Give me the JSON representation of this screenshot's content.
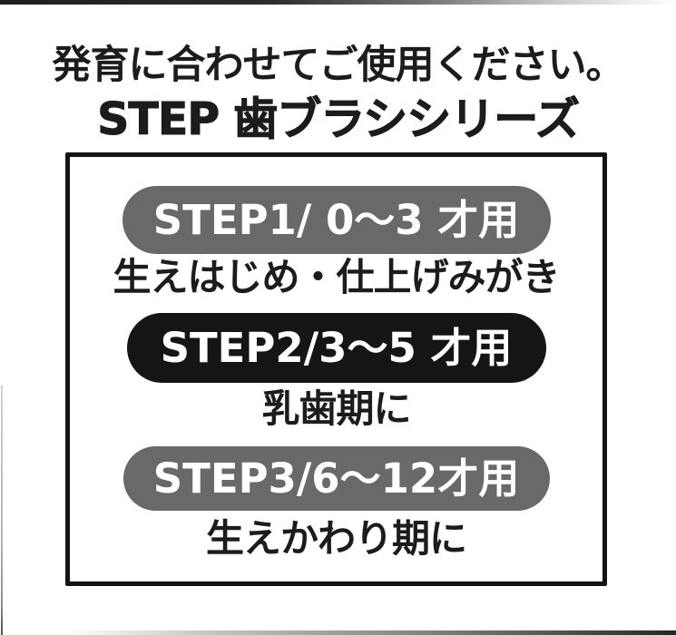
{
  "header": {
    "title_line1": "発育に合わせてご使用ください。",
    "title_line2": "STEP 歯ブラシシリーズ"
  },
  "steps": [
    {
      "label": "STEP1/ 0〜3 才用",
      "description": "生えはじめ・仕上げみがき",
      "pill_color": "#696969",
      "label_color": "#ffffff"
    },
    {
      "label": "STEP2/3〜5 才用",
      "description": "乳歯期に",
      "pill_color": "#151515",
      "label_color": "#ffffff"
    },
    {
      "label": "STEP3/6〜12才用",
      "description": "生えかわり期に",
      "pill_color": "#696969",
      "label_color": "#ffffff"
    }
  ],
  "colors": {
    "box_border": "#141414",
    "pill_gray": "#696969",
    "pill_black": "#151515",
    "body_text": "#1c1c1c",
    "background": "#ffffff"
  }
}
